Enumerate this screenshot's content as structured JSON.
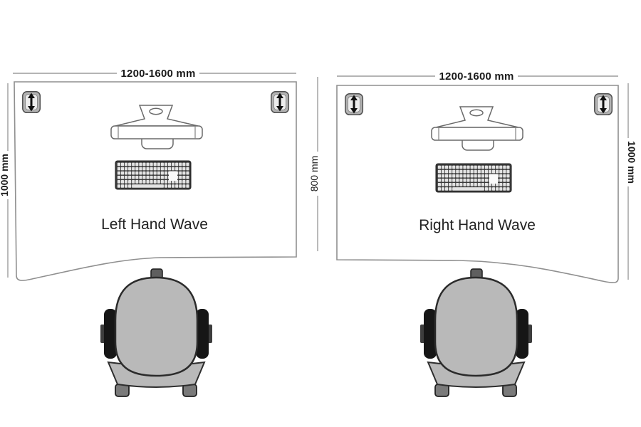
{
  "diagram": {
    "desks": {
      "left": {
        "label": "Left Hand Wave",
        "width": "1200-1600 mm",
        "depth": "1000 mm"
      },
      "right": {
        "label": "Right Hand Wave",
        "width": "1200-1600 mm",
        "depth": "1000 mm"
      }
    },
    "middle_depth": "800 mm"
  },
  "icons": {
    "grommet": "updown-arrow-grommet-icon",
    "monitor": "monitor-top-view-icon",
    "keyboard": "keyboard-top-view-icon",
    "chair": "office-chair-top-view-icon"
  },
  "colors": {
    "background": "#ffffff",
    "desk_outline": "#8f8f8f",
    "dimension_line": "#9c9c9c",
    "text": "#1a1a1a",
    "chair_fill": "#b9b9b9",
    "chair_outline": "#2b2b2b",
    "armrest": "#161616",
    "keyboard_body": "#3a3a3a",
    "keyboard_keys": "#e3e3e3",
    "grommet_fill": "#b3b3b3"
  }
}
